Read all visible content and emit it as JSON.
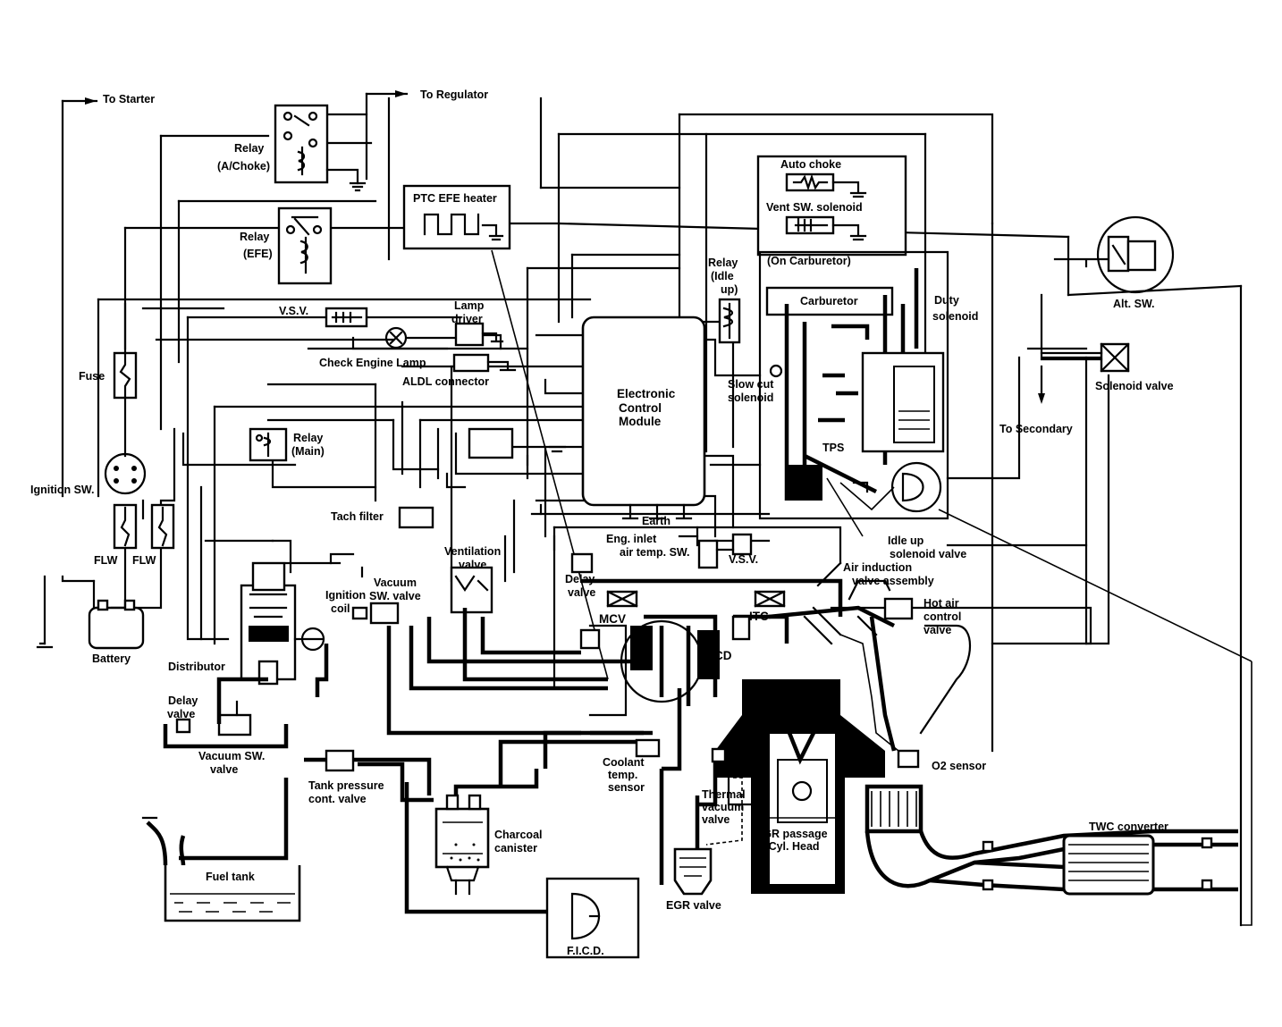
{
  "labels": {
    "to_starter": "To Starter",
    "to_regulator": "To Regulator",
    "relay_achoke_1": "Relay",
    "relay_achoke_2": "(A/Choke)",
    "relay_efe_1": "Relay",
    "relay_efe_2": "(EFE)",
    "ptc_efe_heater": "PTC EFE heater",
    "auto_choke": "Auto choke",
    "vent_sw_solenoid": "Vent SW. solenoid",
    "on_carburetor": "(On Carburetor)",
    "alt_sw": "Alt. SW.",
    "relay_idle_1": "Relay",
    "relay_idle_2": "(Idle",
    "relay_idle_3": "up)",
    "carburetor": "Carburetor",
    "duty_solenoid_1": "Duty",
    "duty_solenoid_2": "solenoid",
    "solenoid_valve": "Solenoid valve",
    "to_secondary": "To Secondary",
    "vsv_top": "V.S.V.",
    "lamp_driver_1": "Lamp",
    "lamp_driver_2": "driver",
    "check_engine_lamp": "Check Engine Lamp",
    "aldl_connector": "ALDL connector",
    "ecm_1": "Electronic",
    "ecm_2": "Control",
    "ecm_3": "Module",
    "slow_cut_1": "Slow cut",
    "slow_cut_2": "solenoid",
    "tps": "TPS",
    "fuse": "Fuse",
    "relay_main_1": "Relay",
    "relay_main_2": "(Main)",
    "ignition_sw": "Ignition SW.",
    "tach_filter": "Tach filter",
    "earth": "Earth",
    "idle_up_1": "Idle up",
    "idle_up_2": "solenoid valve",
    "flw_1": "FLW",
    "flw_2": "FLW",
    "ventilation_1": "Ventilation",
    "ventilation_2": "valve",
    "eng_inlet_1": "Eng. inlet",
    "eng_inlet_2": "air temp. SW.",
    "vsv_bottom": "V.S.V.",
    "air_induction_1": "Air induction",
    "air_induction_2": "valve assembly",
    "ignition_coil_1": "Ignition",
    "ignition_coil_2": "coil",
    "vacuum_sw_1": "Vacuum",
    "vacuum_sw_2": "SW. valve",
    "delay_mid_1": "Delay",
    "delay_mid_2": "valve",
    "hot_air_1": "Hot air",
    "hot_air_2": "control",
    "hot_air_3": "valve",
    "battery": "Battery",
    "mcv": "MCV",
    "itc": "ITC",
    "ficd_mid": "FICD",
    "distributor": "Distributor",
    "delay_left_1": "Delay",
    "delay_left_2": "valve",
    "vacuum_sw_left_1": "Vacuum SW.",
    "vacuum_sw_left_2": "valve",
    "coolant_1": "Coolant",
    "coolant_2": "temp.",
    "coolant_3": "sensor",
    "o2_sensor": "O2 sensor",
    "tank_pressure_1": "Tank pressure",
    "tank_pressure_2": "cont. valve",
    "thermal_1": "Thermal",
    "thermal_2": "vacuum",
    "thermal_3": "valve",
    "charcoal_1": "Charcoal",
    "charcoal_2": "canister",
    "egr_passage_1": "EGR passage",
    "egr_passage_2": "in Cyl. Head",
    "twc": "TWC converter",
    "fuel_tank": "Fuel tank",
    "egr_valve": "EGR valve",
    "ficd_box": "F.I.C.D."
  }
}
